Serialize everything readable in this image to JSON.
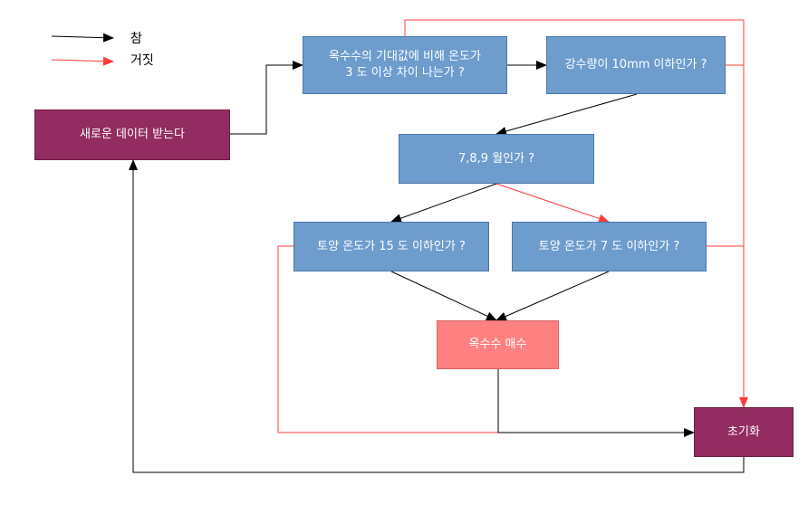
{
  "legend": {
    "true_label": "참",
    "false_label": "거짓"
  },
  "colors": {
    "true_arrow": "#000000",
    "false_arrow": "#ff3b3b",
    "blue": "#6d9ccd",
    "purple": "#932c60",
    "pink": "#ff8080"
  },
  "nodes": {
    "new_data": "새로운 데이터 받는다",
    "temp_diff": "옥수수의 기대값에 비해 온도가\n3 도 이상 차이 나는가 ?",
    "rainfall": "강수량이  10mm  이하인가 ?",
    "month": "7,8,9 월인가 ?",
    "soil15": "토양 온도가  15 도 이하인가 ?",
    "soil7": "토양 온도가  7 도 이하인가 ?",
    "buy": "옥수수 매수",
    "init": "초기화"
  }
}
